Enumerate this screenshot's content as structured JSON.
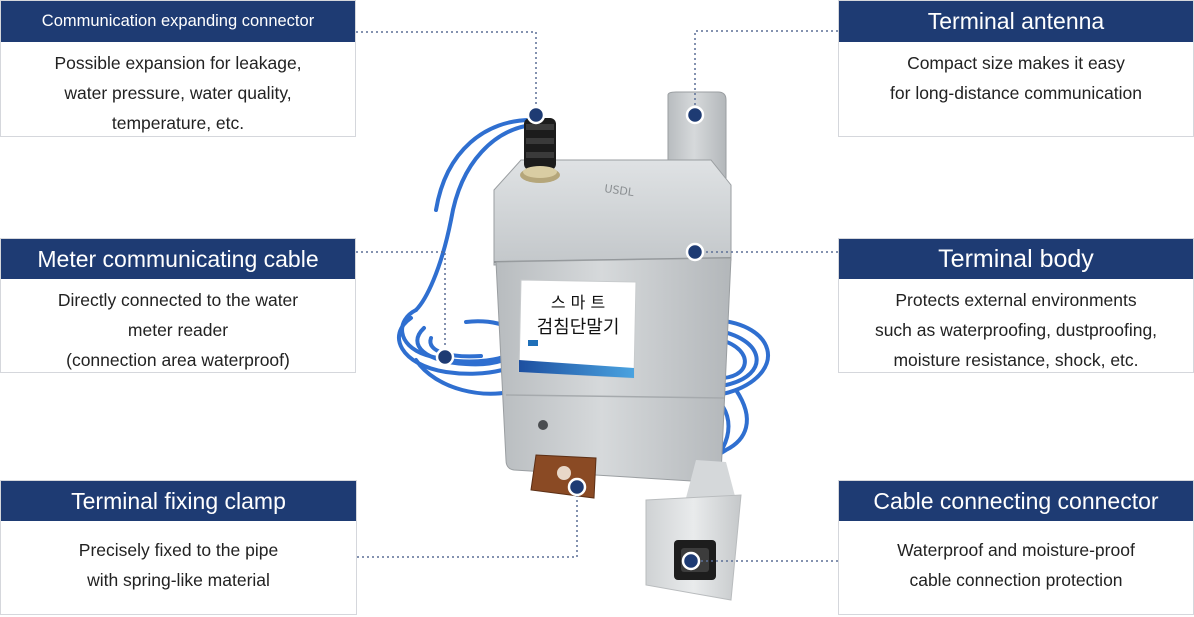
{
  "colors": {
    "title_bg": "#1e3b73",
    "marker": "#1e3b73",
    "device_body": "#c9cdcf",
    "cable_blue": "#2f6fd0",
    "label_accent": "#1f6fb8"
  },
  "panels": {
    "comm": {
      "title": "Communication expanding connector",
      "lines": [
        "Possible expansion for leakage,",
        "water pressure, water quality,",
        "temperature, etc."
      ]
    },
    "meter": {
      "title": "Meter communicating cable",
      "lines": [
        "Directly connected to the water",
        "meter reader",
        "(connection area waterproof)"
      ]
    },
    "clamp": {
      "title": "Terminal fixing clamp",
      "lines": [
        "Precisely fixed to the pipe",
        "with spring-like material"
      ]
    },
    "antenna": {
      "title": "Terminal antenna",
      "lines": [
        "Compact size makes it easy",
        "for long-distance communication"
      ]
    },
    "body": {
      "title": "Terminal body",
      "lines": [
        "Protects external environments",
        "such as waterproofing, dustproofing,",
        "moisture resistance, shock, etc."
      ]
    },
    "cable": {
      "title": "Cable connecting connector",
      "lines": [
        "Waterproof and moisture-proof",
        "cable connection protection"
      ]
    }
  },
  "device": {
    "label_line1": "스 마 트",
    "label_line2": "검침단말기",
    "emboss": "USDL"
  }
}
